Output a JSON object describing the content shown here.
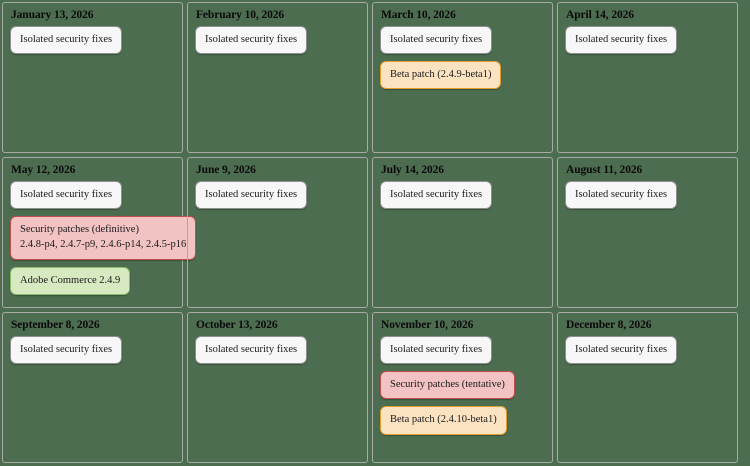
{
  "theme": {
    "page_background": "#4d6d50",
    "cell_border": "#a8aaa6",
    "badge_isolated_bg": "#f7f7f7",
    "badge_isolated_border": "#8f8f8f",
    "badge_security_bg": "#f2c3c2",
    "badge_security_border": "#c0504d",
    "badge_beta_bg": "#fbe3c2",
    "badge_beta_border": "#e0a030",
    "badge_release_bg": "#d6e9c0",
    "badge_release_border": "#8dbb6a"
  },
  "calendar": {
    "months": [
      {
        "date": "January 13, 2026",
        "badges": [
          {
            "type": "isolated",
            "lines": [
              "Isolated security fixes"
            ]
          }
        ]
      },
      {
        "date": "February 10, 2026",
        "badges": [
          {
            "type": "isolated",
            "lines": [
              "Isolated security fixes"
            ]
          }
        ]
      },
      {
        "date": "March 10, 2026",
        "badges": [
          {
            "type": "isolated",
            "lines": [
              "Isolated security fixes"
            ]
          },
          {
            "type": "beta",
            "lines": [
              "Beta patch (2.4.9-beta1)"
            ]
          }
        ]
      },
      {
        "date": "April 14, 2026",
        "badges": [
          {
            "type": "isolated",
            "lines": [
              "Isolated security fixes"
            ]
          }
        ]
      },
      {
        "date": "May 12, 2026",
        "badges": [
          {
            "type": "isolated",
            "lines": [
              "Isolated security fixes"
            ]
          },
          {
            "type": "security",
            "lines": [
              "Security patches (definitive)",
              "2.4.8-p4, 2.4.7-p9, 2.4.6-p14, 2.4.5-p16"
            ]
          },
          {
            "type": "release",
            "lines": [
              "Adobe Commerce 2.4.9"
            ]
          }
        ]
      },
      {
        "date": "June 9, 2026",
        "badges": [
          {
            "type": "isolated",
            "lines": [
              "Isolated security fixes"
            ]
          }
        ]
      },
      {
        "date": "July 14, 2026",
        "badges": [
          {
            "type": "isolated",
            "lines": [
              "Isolated security fixes"
            ]
          }
        ]
      },
      {
        "date": "August 11, 2026",
        "badges": [
          {
            "type": "isolated",
            "lines": [
              "Isolated security fixes"
            ]
          }
        ]
      },
      {
        "date": "September 8, 2026",
        "badges": [
          {
            "type": "isolated",
            "lines": [
              "Isolated security fixes"
            ]
          }
        ]
      },
      {
        "date": "October 13, 2026",
        "badges": [
          {
            "type": "isolated",
            "lines": [
              "Isolated security fixes"
            ]
          }
        ]
      },
      {
        "date": "November 10, 2026",
        "badges": [
          {
            "type": "isolated",
            "lines": [
              "Isolated security fixes"
            ]
          },
          {
            "type": "security",
            "lines": [
              "Security patches (tentative)"
            ]
          },
          {
            "type": "beta",
            "lines": [
              "Beta patch (2.4.10-beta1)"
            ]
          }
        ]
      },
      {
        "date": "December 8, 2026",
        "badges": [
          {
            "type": "isolated",
            "lines": [
              "Isolated security fixes"
            ]
          }
        ]
      }
    ]
  }
}
